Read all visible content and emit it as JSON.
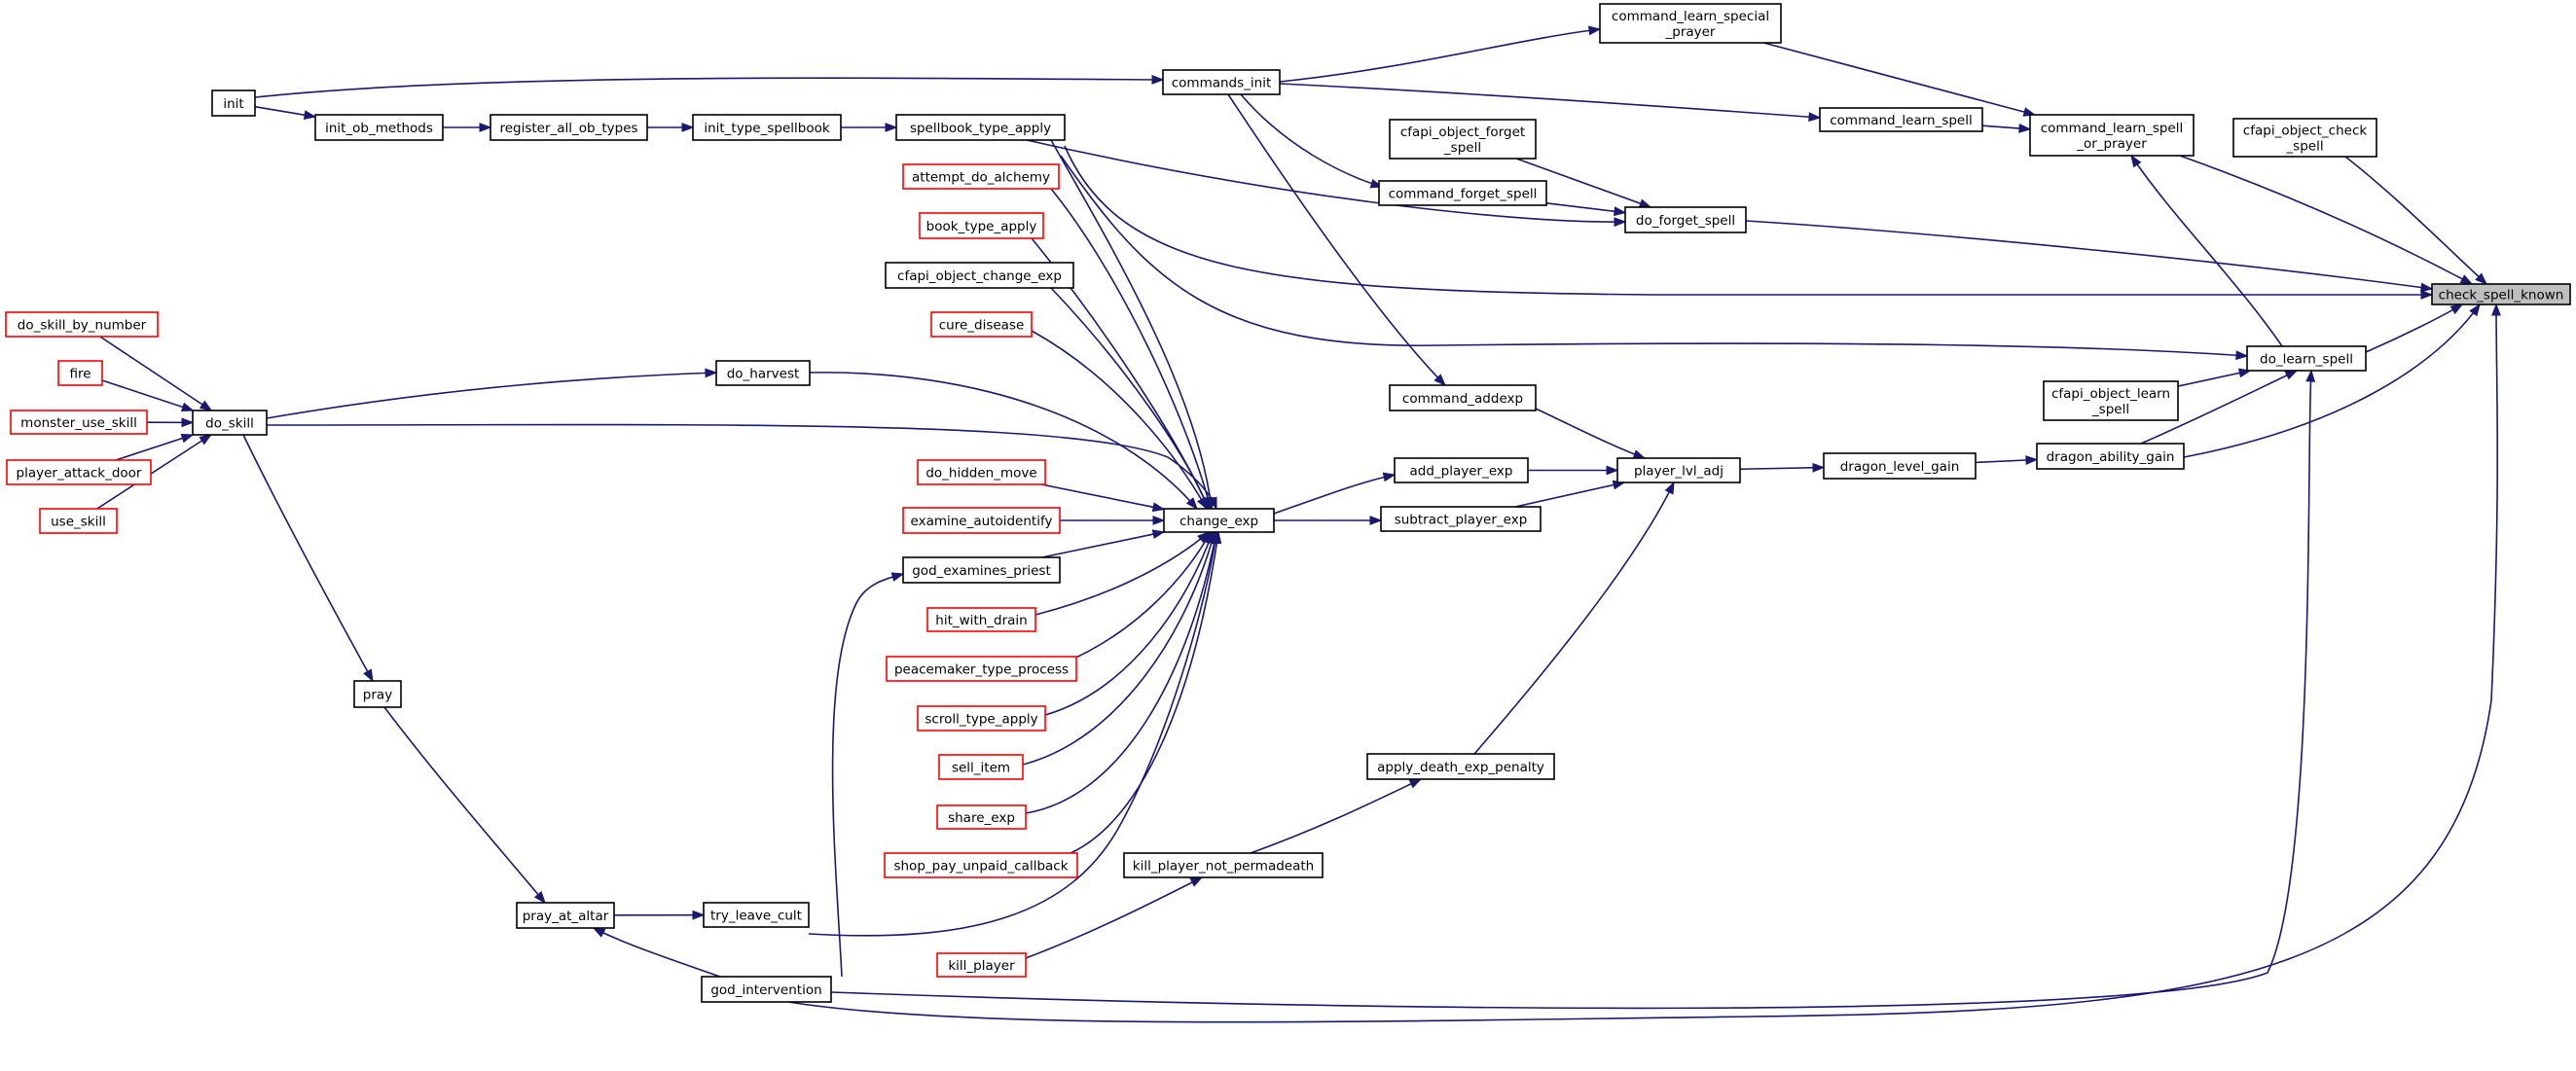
{
  "colors": {
    "edge": "#191970",
    "node_border": "#000000",
    "clickable_node_border": "#ff0000",
    "focus_fill": "#bfbfbf"
  },
  "nodes": [
    {
      "id": "check_spell_known",
      "label": [
        "check_spell_known"
      ],
      "style": "focus"
    },
    {
      "id": "cfapi_object_check_spell",
      "label": [
        "cfapi_object_check",
        "_spell"
      ],
      "style": "black"
    },
    {
      "id": "command_learn_spell_or_prayer",
      "label": [
        "command_learn_spell",
        "_or_prayer"
      ],
      "style": "black"
    },
    {
      "id": "command_learn_special_prayer",
      "label": [
        "command_learn_special",
        "_prayer"
      ],
      "style": "black"
    },
    {
      "id": "command_learn_spell",
      "label": [
        "command_learn_spell"
      ],
      "style": "black"
    },
    {
      "id": "commands_init",
      "label": [
        "commands_init"
      ],
      "style": "black"
    },
    {
      "id": "init",
      "label": [
        "init"
      ],
      "style": "black"
    },
    {
      "id": "init_ob_methods",
      "label": [
        "init_ob_methods"
      ],
      "style": "black"
    },
    {
      "id": "register_all_ob_types",
      "label": [
        "register_all_ob_types"
      ],
      "style": "black"
    },
    {
      "id": "init_type_spellbook",
      "label": [
        "init_type_spellbook"
      ],
      "style": "black"
    },
    {
      "id": "spellbook_type_apply",
      "label": [
        "spellbook_type_apply"
      ],
      "style": "black"
    },
    {
      "id": "cfapi_object_forget_spell",
      "label": [
        "cfapi_object_forget",
        "_spell"
      ],
      "style": "black"
    },
    {
      "id": "command_forget_spell",
      "label": [
        "command_forget_spell"
      ],
      "style": "black"
    },
    {
      "id": "do_forget_spell",
      "label": [
        "do_forget_spell"
      ],
      "style": "black"
    },
    {
      "id": "attempt_do_alchemy",
      "label": [
        "attempt_do_alchemy"
      ],
      "style": "red"
    },
    {
      "id": "book_type_apply",
      "label": [
        "book_type_apply"
      ],
      "style": "red"
    },
    {
      "id": "cfapi_object_change_exp",
      "label": [
        "cfapi_object_change_exp"
      ],
      "style": "black"
    },
    {
      "id": "cure_disease",
      "label": [
        "cure_disease"
      ],
      "style": "red"
    },
    {
      "id": "do_harvest",
      "label": [
        "do_harvest"
      ],
      "style": "black"
    },
    {
      "id": "do_skill_by_number",
      "label": [
        "do_skill_by_number"
      ],
      "style": "red"
    },
    {
      "id": "fire",
      "label": [
        "fire"
      ],
      "style": "red"
    },
    {
      "id": "monster_use_skill",
      "label": [
        "monster_use_skill"
      ],
      "style": "red"
    },
    {
      "id": "player_attack_door",
      "label": [
        "player_attack_door"
      ],
      "style": "red"
    },
    {
      "id": "use_skill",
      "label": [
        "use_skill"
      ],
      "style": "red"
    },
    {
      "id": "do_skill",
      "label": [
        "do_skill"
      ],
      "style": "black"
    },
    {
      "id": "do_hidden_move",
      "label": [
        "do_hidden_move"
      ],
      "style": "red"
    },
    {
      "id": "examine_autoidentify",
      "label": [
        "examine_autoidentify"
      ],
      "style": "red"
    },
    {
      "id": "change_exp",
      "label": [
        "change_exp"
      ],
      "style": "black"
    },
    {
      "id": "god_examines_priest",
      "label": [
        "god_examines_priest"
      ],
      "style": "black"
    },
    {
      "id": "hit_with_drain",
      "label": [
        "hit_with_drain"
      ],
      "style": "red"
    },
    {
      "id": "peacemaker_type_process",
      "label": [
        "peacemaker_type_process"
      ],
      "style": "red"
    },
    {
      "id": "scroll_type_apply",
      "label": [
        "scroll_type_apply"
      ],
      "style": "red"
    },
    {
      "id": "sell_item",
      "label": [
        "sell_item"
      ],
      "style": "red"
    },
    {
      "id": "share_exp",
      "label": [
        "share_exp"
      ],
      "style": "red"
    },
    {
      "id": "shop_pay_unpaid_callback",
      "label": [
        "shop_pay_unpaid_callback"
      ],
      "style": "red"
    },
    {
      "id": "pray",
      "label": [
        "pray"
      ],
      "style": "black"
    },
    {
      "id": "pray_at_altar",
      "label": [
        "pray_at_altar"
      ],
      "style": "black"
    },
    {
      "id": "try_leave_cult",
      "label": [
        "try_leave_cult"
      ],
      "style": "black"
    },
    {
      "id": "god_intervention",
      "label": [
        "god_intervention"
      ],
      "style": "black"
    },
    {
      "id": "kill_player",
      "label": [
        "kill_player"
      ],
      "style": "red"
    },
    {
      "id": "kill_player_not_permadeath",
      "label": [
        "kill_player_not_permadeath"
      ],
      "style": "black"
    },
    {
      "id": "apply_death_exp_penalty",
      "label": [
        "apply_death_exp_penalty"
      ],
      "style": "black"
    },
    {
      "id": "command_addexp",
      "label": [
        "command_addexp"
      ],
      "style": "black"
    },
    {
      "id": "add_player_exp",
      "label": [
        "add_player_exp"
      ],
      "style": "black"
    },
    {
      "id": "subtract_player_exp",
      "label": [
        "subtract_player_exp"
      ],
      "style": "black"
    },
    {
      "id": "player_lvl_adj",
      "label": [
        "player_lvl_adj"
      ],
      "style": "black"
    },
    {
      "id": "dragon_level_gain",
      "label": [
        "dragon_level_gain"
      ],
      "style": "black"
    },
    {
      "id": "dragon_ability_gain",
      "label": [
        "dragon_ability_gain"
      ],
      "style": "black"
    },
    {
      "id": "cfapi_object_learn_spell",
      "label": [
        "cfapi_object_learn",
        "_spell"
      ],
      "style": "black"
    },
    {
      "id": "do_learn_spell",
      "label": [
        "do_learn_spell"
      ],
      "style": "black"
    }
  ],
  "edges": [
    [
      "cfapi_object_check_spell",
      "check_spell_known"
    ],
    [
      "command_learn_spell_or_prayer",
      "check_spell_known"
    ],
    [
      "command_learn_special_prayer",
      "command_learn_spell_or_prayer"
    ],
    [
      "commands_init",
      "command_learn_special_prayer"
    ],
    [
      "init",
      "commands_init"
    ],
    [
      "command_learn_spell",
      "command_learn_spell_or_prayer"
    ],
    [
      "commands_init",
      "command_learn_spell"
    ],
    [
      "init",
      "init_ob_methods"
    ],
    [
      "init_ob_methods",
      "register_all_ob_types"
    ],
    [
      "register_all_ob_types",
      "init_type_spellbook"
    ],
    [
      "init_type_spellbook",
      "spellbook_type_apply"
    ],
    [
      "do_forget_spell",
      "check_spell_known"
    ],
    [
      "cfapi_object_forget_spell",
      "do_forget_spell"
    ],
    [
      "command_forget_spell",
      "do_forget_spell"
    ],
    [
      "commands_init",
      "command_forget_spell"
    ],
    [
      "spellbook_type_apply",
      "do_forget_spell"
    ],
    [
      "spellbook_type_apply",
      "check_spell_known"
    ],
    [
      "do_learn_spell",
      "check_spell_known"
    ],
    [
      "do_learn_spell",
      "command_learn_spell_or_prayer"
    ],
    [
      "spellbook_type_apply",
      "do_learn_spell"
    ],
    [
      "cfapi_object_learn_spell",
      "do_learn_spell"
    ],
    [
      "dragon_ability_gain",
      "do_learn_spell"
    ],
    [
      "dragon_ability_gain",
      "check_spell_known"
    ],
    [
      "dragon_level_gain",
      "dragon_ability_gain"
    ],
    [
      "player_lvl_adj",
      "dragon_level_gain"
    ],
    [
      "add_player_exp",
      "player_lvl_adj"
    ],
    [
      "subtract_player_exp",
      "player_lvl_adj"
    ],
    [
      "command_addexp",
      "player_lvl_adj"
    ],
    [
      "commands_init",
      "command_addexp"
    ],
    [
      "apply_death_exp_penalty",
      "player_lvl_adj"
    ],
    [
      "kill_player_not_permadeath",
      "apply_death_exp_penalty"
    ],
    [
      "kill_player",
      "kill_player_not_permadeath"
    ],
    [
      "change_exp",
      "add_player_exp"
    ],
    [
      "change_exp",
      "subtract_player_exp"
    ],
    [
      "spellbook_type_apply",
      "change_exp"
    ],
    [
      "attempt_do_alchemy",
      "change_exp"
    ],
    [
      "book_type_apply",
      "change_exp"
    ],
    [
      "cfapi_object_change_exp",
      "change_exp"
    ],
    [
      "cure_disease",
      "change_exp"
    ],
    [
      "do_harvest",
      "change_exp"
    ],
    [
      "do_skill",
      "change_exp"
    ],
    [
      "do_hidden_move",
      "change_exp"
    ],
    [
      "examine_autoidentify",
      "change_exp"
    ],
    [
      "god_examines_priest",
      "change_exp"
    ],
    [
      "hit_with_drain",
      "change_exp"
    ],
    [
      "peacemaker_type_process",
      "change_exp"
    ],
    [
      "scroll_type_apply",
      "change_exp"
    ],
    [
      "sell_item",
      "change_exp"
    ],
    [
      "share_exp",
      "change_exp"
    ],
    [
      "shop_pay_unpaid_callback",
      "change_exp"
    ],
    [
      "try_leave_cult",
      "change_exp"
    ],
    [
      "do_skill",
      "do_harvest"
    ],
    [
      "do_skill_by_number",
      "do_skill"
    ],
    [
      "fire",
      "do_skill"
    ],
    [
      "monster_use_skill",
      "do_skill"
    ],
    [
      "player_attack_door",
      "do_skill"
    ],
    [
      "use_skill",
      "do_skill"
    ],
    [
      "do_skill",
      "pray"
    ],
    [
      "pray",
      "pray_at_altar"
    ],
    [
      "pray_at_altar",
      "try_leave_cult"
    ],
    [
      "god_intervention",
      "pray_at_altar"
    ],
    [
      "god_intervention",
      "god_examines_priest"
    ],
    [
      "god_intervention",
      "do_learn_spell"
    ],
    [
      "god_intervention",
      "check_spell_known"
    ]
  ]
}
